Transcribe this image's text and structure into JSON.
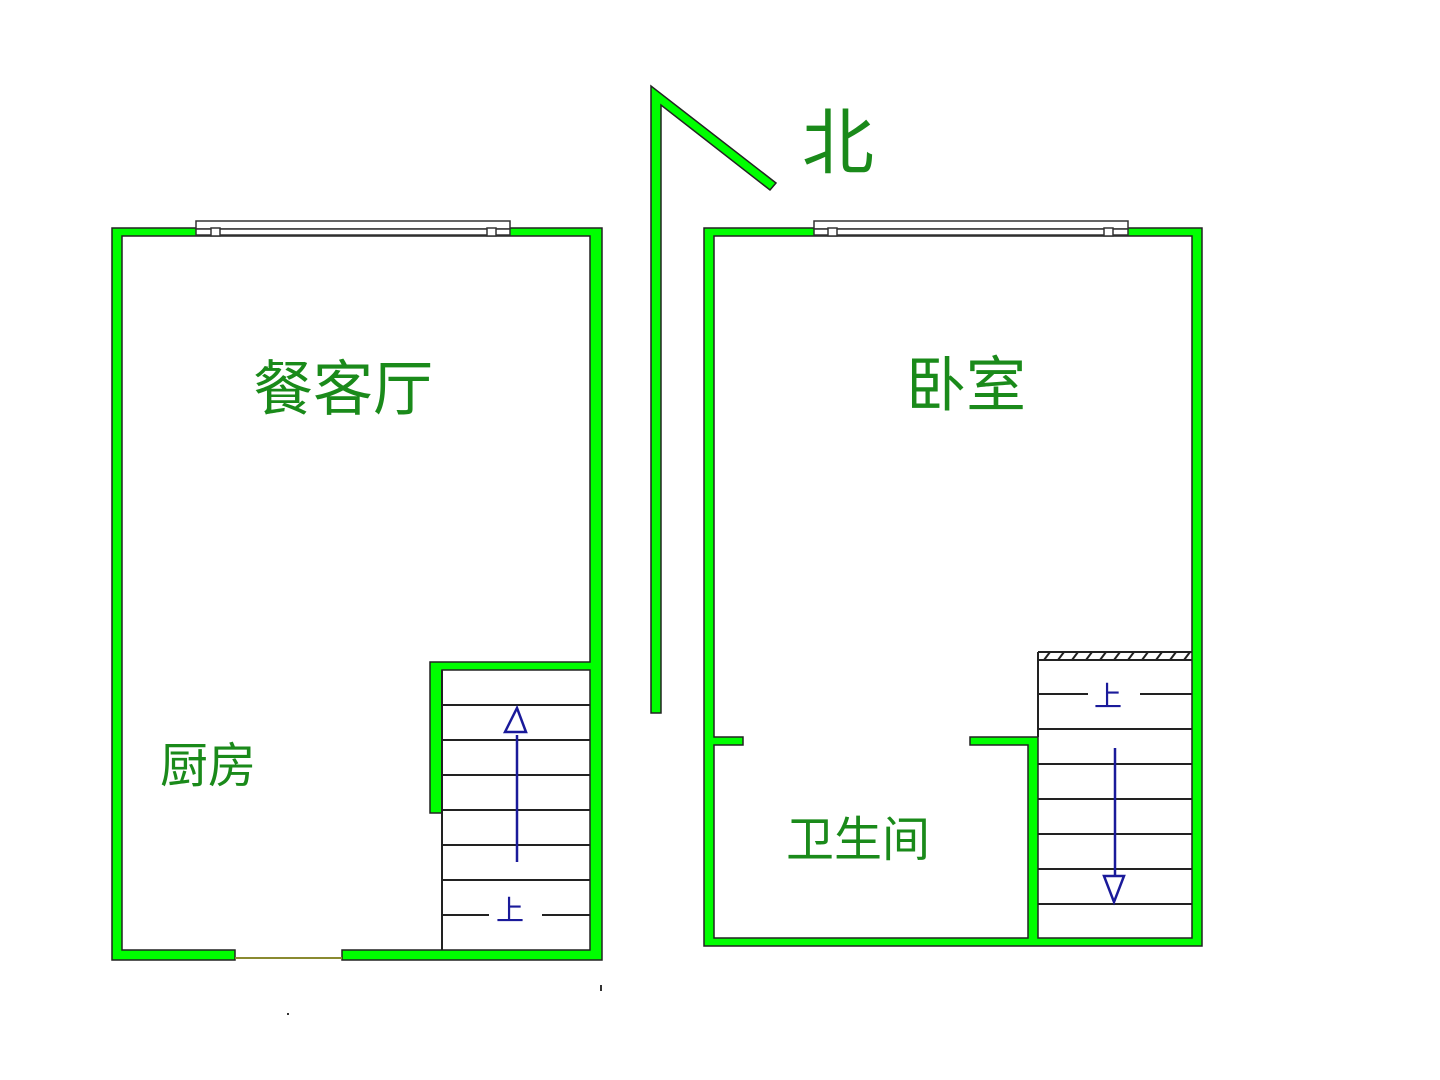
{
  "compass": {
    "label": "北"
  },
  "rooms": {
    "living_dining": "餐客厅",
    "kitchen": "厨房",
    "bedroom": "卧室",
    "bathroom": "卫生间"
  },
  "stairs": {
    "left_label": "上",
    "right_label": "上"
  },
  "colors": {
    "wall": "#00ff00",
    "text": "#1a8a1a",
    "stair_arrow": "#1a1a9a"
  }
}
